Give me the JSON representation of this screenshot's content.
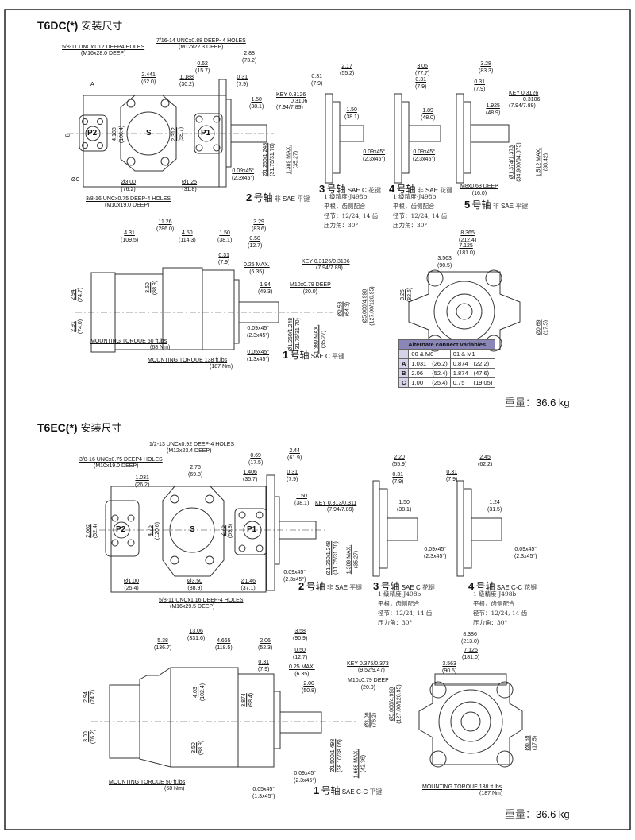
{
  "t6dc": {
    "title": "T6DC(*)",
    "title_cn": "安装尺寸",
    "top": {
      "note1": [
        "5/8-11 UNCx1.12 DEEP4 HOLES",
        "(M16x28.0 DEEP)"
      ],
      "note2": [
        "7/16-14 UNCx0.88 DEEP- 4 HOLES",
        "(M12x22.3 DEEP)"
      ],
      "note3": [
        "3/8-16 UNCx0.75 DEEP-4 HOLES",
        "(M10x19.0 DEEP)"
      ],
      "key": [
        "KEY 0.3126",
        "0.3106",
        "(7.94/7.89)"
      ],
      "dims": {
        "d288": [
          "2.88",
          "(73.2)"
        ],
        "d062": [
          "0.62",
          "(15.7)"
        ],
        "d031": [
          "0.31",
          "(7.9)"
        ],
        "d2441": [
          "2.441",
          "(62.0)"
        ],
        "d1188": [
          "1.188",
          "(30.2)"
        ],
        "d150": [
          "1.50",
          "(38.1)"
        ],
        "d4188": [
          "4.188",
          "(106.4)"
        ],
        "d2312": [
          "2.312",
          "(58.7)"
        ],
        "dia300": [
          "Ø3.00",
          "(76.2)"
        ],
        "dia125": [
          "Ø1.25",
          "(31.8)"
        ],
        "cham": [
          "0.09x45°",
          "(2.3x45°)"
        ],
        "shaftdia": [
          "Ø1.250/1.248",
          "(31.75/31.70)"
        ],
        "max": [
          "1.389 MAX.",
          "(35.27)"
        ]
      },
      "labels": {
        "a": "A",
        "b": "B",
        "c": "ØC",
        "p2": "P2",
        "s": "S",
        "p1": "P1"
      },
      "shaft": {
        "num": "2",
        "cn": "号轴",
        "desc_cn1": "非",
        "desc": "SAE",
        "desc_cn2": "平键"
      }
    },
    "shaft3": {
      "dims": {
        "d031": [
          "0.31",
          "(7.9)"
        ],
        "d217": [
          "2.17",
          "(55.2)"
        ],
        "d150": [
          "1.50",
          "(38.1)"
        ],
        "cham": [
          "0.09x45°",
          "(2.3x45°)"
        ]
      },
      "num": "3",
      "cn": "号轴",
      "desc": "SAE C",
      "desc_cn": "花键",
      "spec": [
        "1 级精度-J498b",
        "平根，齿侧配合",
        "径节：12/24, 14 齿",
        "压力角：30°"
      ]
    },
    "shaft4": {
      "dims": {
        "d306": [
          "3.06",
          "(77.7)"
        ],
        "d031": [
          "0.31",
          "(7.9)"
        ],
        "d189": [
          "1.89",
          "(48.0)"
        ],
        "cham": [
          "0.09x45°",
          "(2.3x45°)"
        ]
      },
      "num": "4",
      "cn": "号轴",
      "desc_cn1": "非",
      "desc": "SAE",
      "desc_cn": "花键",
      "spec": [
        "1 级精度-J498b",
        "平根，齿侧配合",
        "径节：12/24, 14 齿",
        "压力角：30°"
      ]
    },
    "shaft5": {
      "dims": {
        "d328": [
          "3.28",
          "(83.3)"
        ],
        "d031": [
          "0.31",
          "(7.9)"
        ],
        "d1925": [
          "1.925",
          "(48.9)"
        ],
        "m8": [
          "M8x0.63 DEEP",
          "(16.0)"
        ],
        "dia": [
          "Ø1.374/1.373",
          "(34.900/34.875)"
        ],
        "max": [
          "1.512 MAX.",
          "(38.42)"
        ]
      },
      "key": [
        "KEY 0.3126",
        "0.3106",
        "(7.94/7.89)"
      ],
      "num": "5",
      "cn": "号轴",
      "desc_cn1": "非",
      "desc": "SAE",
      "desc_cn": "平键"
    },
    "side": {
      "dims": {
        "d1126": [
          "11.26",
          "(286.0)"
        ],
        "d329": [
          "3.29",
          "(83.6)"
        ],
        "d431": [
          "4.31",
          "(109.5)"
        ],
        "d450": [
          "4.50",
          "(114.3)"
        ],
        "d150": [
          "1.50",
          "(38.1)"
        ],
        "d050": [
          "0.50",
          "(12.7)"
        ],
        "d031": [
          "0.31",
          "(7.9)"
        ],
        "d025": [
          "0.25 MAX.",
          "(6.35)"
        ],
        "d194": [
          "1.94",
          "(49.3)"
        ],
        "m10": [
          "M10x0.79 DEEP",
          "(20.0)"
        ],
        "d294": [
          "2.94",
          "(74.7)"
        ],
        "d291": [
          "2.91",
          "(74.0)"
        ],
        "d350": [
          "3.50",
          "(88.9)"
        ],
        "cham1": [
          "0.09x45°",
          "(2.3x45°)"
        ],
        "cham2": [
          "0.05x45°",
          "(1.3x45°)"
        ],
        "shaftdia": [
          "Ø1.250/1.248",
          "(31.75/31.70)"
        ],
        "max": [
          "1.389 MAX.",
          "(35.27)"
        ],
        "pilot": [
          "Ø2.53",
          "(64.3)"
        ],
        "flange": [
          "Ø5.000/4.998",
          "(127.00/126.95)"
        ]
      },
      "key": [
        "KEY 0.3126/0.3106",
        "(7.94/7.89)"
      ],
      "torque1": [
        "MOUNTING TORQUE 50 ft.lbs",
        "(68 Nm)"
      ],
      "torque2": [
        "MOUNTING TORQUE 138 ft.lbs",
        "(187 Nm)"
      ],
      "num": "1",
      "cn": "号轴",
      "desc": "SAE C",
      "desc_cn": "平键"
    },
    "front": {
      "dims": {
        "d8365": [
          "8.365",
          "(212.4)"
        ],
        "d7125": [
          "7.125",
          "(181.0)"
        ],
        "d3563": [
          "3.563",
          "(90.5)"
        ],
        "d325": [
          "3.25",
          "(82.6)"
        ],
        "hole": [
          "Ø0.69",
          "(17.5)"
        ]
      }
    },
    "table": {
      "title": "Alternate connect.variables",
      "cols": [
        "00 & M0",
        "01 & M1"
      ],
      "rows": [
        [
          "A",
          "1.031",
          "(26.2)",
          "0.874",
          "(22.2)"
        ],
        [
          "B",
          "2.06",
          "(52.4)",
          "1.874",
          "(47.6)"
        ],
        [
          "C",
          "1.00",
          "(25.4)",
          "0.75",
          "(19.05)"
        ]
      ]
    },
    "weight": {
      "label": "重量：",
      "value": "36.6 kg"
    }
  },
  "t6ec": {
    "title": "T6EC(*)",
    "title_cn": "安装尺寸",
    "top": {
      "note1": [
        "1/2-13 UNCx0.92 DEEP-4 HOLES",
        "(M12x23.4 DEEP)"
      ],
      "note2": [
        "3/8-16 UNCx0.75 DEEP4 HOLES",
        "(M10x19.0 DEEP)"
      ],
      "note3": [
        "5/8-11 UNCx1.16 DEEP-4 HOLES",
        "(M16x29.5 DEEP)"
      ],
      "key": [
        "KEY 0.313/0.311",
        "(7.94/7.89)"
      ],
      "dims": {
        "d275a": [
          "2.75",
          "(69.8)"
        ],
        "d1031": [
          "1.031",
          "(26.2)"
        ],
        "d069": [
          "0.69",
          "(17.5)"
        ],
        "d244": [
          "2.44",
          "(61.9)"
        ],
        "d1406": [
          "1.406",
          "(35.7)"
        ],
        "d031": [
          "0.31",
          "(7.9)"
        ],
        "d150": [
          "1.50",
          "(38.1)"
        ],
        "d2062": [
          "2.062",
          "(52.4)"
        ],
        "d475": [
          "4.75",
          "(120.6)"
        ],
        "d275b": [
          "2.75",
          "(69.8)"
        ],
        "dia100": [
          "Ø1.00",
          "(25.4)"
        ],
        "dia350": [
          "Ø3.50",
          "(88.9)"
        ],
        "dia146": [
          "Ø1.46",
          "(37.1)"
        ],
        "cham": [
          "0.09x45°",
          "(2.3x45°)"
        ],
        "shaftdia": [
          "Ø1.250/1.248",
          "(31.75/31.70)"
        ],
        "max": [
          "1.389 MAX.",
          "(35.27)"
        ]
      },
      "labels": {
        "p2": "P2",
        "s": "S",
        "p1": "P1"
      },
      "shaft": {
        "num": "2",
        "cn": "号轴",
        "desc_cn1": "非",
        "desc": "SAE",
        "desc_cn2": "平键"
      }
    },
    "shaft3": {
      "dims": {
        "d220": [
          "2.20",
          "(55.9)"
        ],
        "d031": [
          "0.31",
          "(7.9)"
        ],
        "d150": [
          "1.50",
          "(38.1)"
        ],
        "cham": [
          "0.09x45°",
          "(2.3x45°)"
        ]
      },
      "num": "3",
      "cn": "号轴",
      "desc": "SAE C",
      "desc_cn": "花键",
      "spec": [
        "1 级精度-J498b",
        "平根，齿侧配合",
        "径节：12/24, 14 齿",
        "压力角：30°"
      ]
    },
    "shaft4": {
      "dims": {
        "d245": [
          "2.45",
          "(62.2)"
        ],
        "d031": [
          "0.31",
          "(7.9)"
        ],
        "d124": [
          "1.24",
          "(31.5)"
        ],
        "cham": [
          "0.09x45°",
          "(2.3x45°)"
        ]
      },
      "num": "4",
      "cn": "号轴",
      "desc": "SAE C-C",
      "desc_cn": "花键",
      "spec": [
        "1 级精度-J498b",
        "平根，齿侧配合",
        "径节：12/24, 14 齿",
        "压力角：30°"
      ]
    },
    "side": {
      "dims": {
        "d1306": [
          "13.06",
          "(331.6)"
        ],
        "d358": [
          "3.58",
          "(90.9)"
        ],
        "d538": [
          "5.38",
          "(136.7)"
        ],
        "d4665": [
          "4.665",
          "(118.5)"
        ],
        "d206": [
          "2.06",
          "(52.3)"
        ],
        "d050": [
          "0.50",
          "(12.7)"
        ],
        "d031": [
          "0.31",
          "(7.9)"
        ],
        "d025": [
          "0.25 MAX.",
          "(6.35)"
        ],
        "d200": [
          "2.00",
          "(50.8)"
        ],
        "m10": [
          "M10x0.79 DEEP",
          "(20.0)"
        ],
        "d294": [
          "2.94",
          "(74.7)"
        ],
        "d300": [
          "3.00",
          "(76.2)"
        ],
        "d403": [
          "4.03",
          "(102.4)"
        ],
        "d350": [
          "3.50",
          "(88.9)"
        ],
        "d3874": [
          "3.874",
          "(98.4)"
        ],
        "pilot": [
          "Ø3.00",
          "(76.2)"
        ],
        "flange": [
          "Ø5.000/4.998",
          "(127.00/126.95)"
        ],
        "shaftdia": [
          "Ø1.500/1.498",
          "(38.10/38.05)"
        ],
        "max": [
          "1.668 MAX.",
          "(42.36)"
        ],
        "cham1": [
          "0.09x45°",
          "(2.3x45°)"
        ],
        "cham2": [
          "0.05x45°",
          "(1.3x45°)"
        ]
      },
      "key": [
        "KEY 0.375/0.373",
        "(9.52/9.47)"
      ],
      "torque1": [
        "MOUNTING TORQUE 50 ft.lbs",
        "(68 Nm)"
      ],
      "num": "1",
      "cn": "号轴",
      "desc": "SAE C-C",
      "desc_cn": "平键"
    },
    "front": {
      "dims": {
        "d8386": [
          "8.386",
          "(213.0)"
        ],
        "d7125": [
          "7.125",
          "(181.0)"
        ],
        "d3563": [
          "3.563",
          "(90.5)"
        ],
        "hole": [
          "Ø0.69",
          "(17.5)"
        ]
      },
      "torque": [
        "MOUNTING TORQUE 138 ft.lbs",
        "(187 Nm)"
      ]
    },
    "weight": {
      "label": "重量：",
      "value": "36.6 kg"
    }
  }
}
